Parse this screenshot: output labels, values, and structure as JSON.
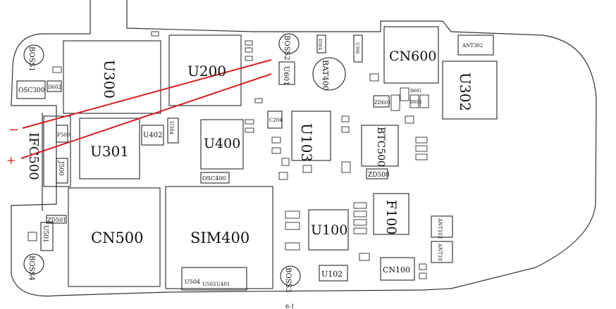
{
  "colors": {
    "outline": "#222222",
    "component": "#111111",
    "wire": "#d81e1e",
    "background": "#ffffff"
  },
  "components": {
    "U300": "U300",
    "U200": "U200",
    "U301": "U301",
    "U400": "U400",
    "U402": "U402",
    "U103": "U103",
    "U100": "U100",
    "U102": "U102",
    "U302": "U302",
    "U601": "U601",
    "U501": "U501",
    "U504": "U504",
    "U503": "U503",
    "U401": "U401",
    "CN600": "CN600",
    "CN500": "CN500",
    "CN100": "CN100",
    "SIM400": "SIM400",
    "F100": "F100",
    "IFC500": "IFC500",
    "BTC500": "BTC500",
    "BAT400": "BAT400",
    "OSC300": "OSC300",
    "OSC400": "OSC400",
    "ANT302": "ANT302",
    "ANT102": "ANT102",
    "ANT101": "ANT101",
    "BOSS1": "BOSS1",
    "BOSS2": "BOSS2",
    "BOSS3": "BOSS3",
    "BOSS4": "BOSS4",
    "ZD501": "ZD501",
    "ZD500": "ZD500",
    "ZD601": "ZD601",
    "D602": "D602",
    "D603": "D603",
    "D601": "D601",
    "D304": "D304",
    "F500": "F500",
    "J500": "J500",
    "C204": "C204",
    "U306": "U306",
    "U304": "U304"
  },
  "probes": {
    "negative": "−",
    "positive": "+"
  },
  "page_number": "6-1"
}
